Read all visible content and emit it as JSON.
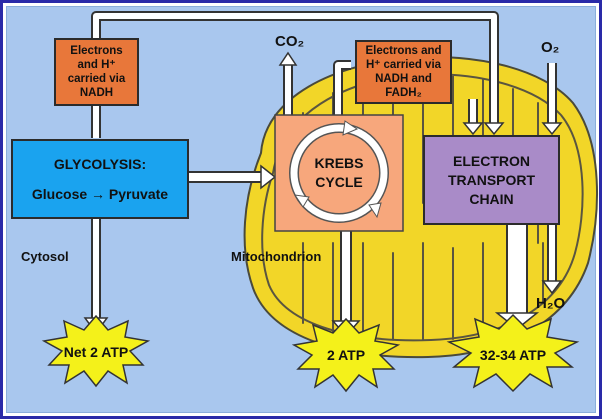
{
  "carriers": {
    "nadh": [
      "Electrons",
      "and H⁺",
      "carried via",
      "NADH"
    ],
    "nadh_fadh": [
      "Electrons and",
      "H⁺ carried via",
      "NADH and",
      "FADH₂"
    ]
  },
  "glycolysis": {
    "title": "GLYCOLYSIS:",
    "equation": "Glucose → Pyruvate"
  },
  "krebs": [
    "KREBS",
    "CYCLE"
  ],
  "etc": [
    "ELECTRON",
    "TRANSPORT",
    "CHAIN"
  ],
  "labels": {
    "cytosol": "Cytosol",
    "mitochondrion": "Mitochondrion",
    "co2": "CO₂",
    "o2": "O₂",
    "h2o": "H₂O"
  },
  "atp": {
    "glycolysis": "Net 2 ATP",
    "krebs": "2 ATP",
    "etc": "32-34 ATP"
  },
  "colors": {
    "background": "#a9c7ee",
    "border": "#2a2aa8",
    "mitochondrion": "#f2d628",
    "carrier_box": "#e8773a",
    "glycolysis_box": "#1aa3ef",
    "krebs_box": "#f7a77c",
    "etc_box": "#a98bc8",
    "atp_burst": "#f4f11a"
  }
}
